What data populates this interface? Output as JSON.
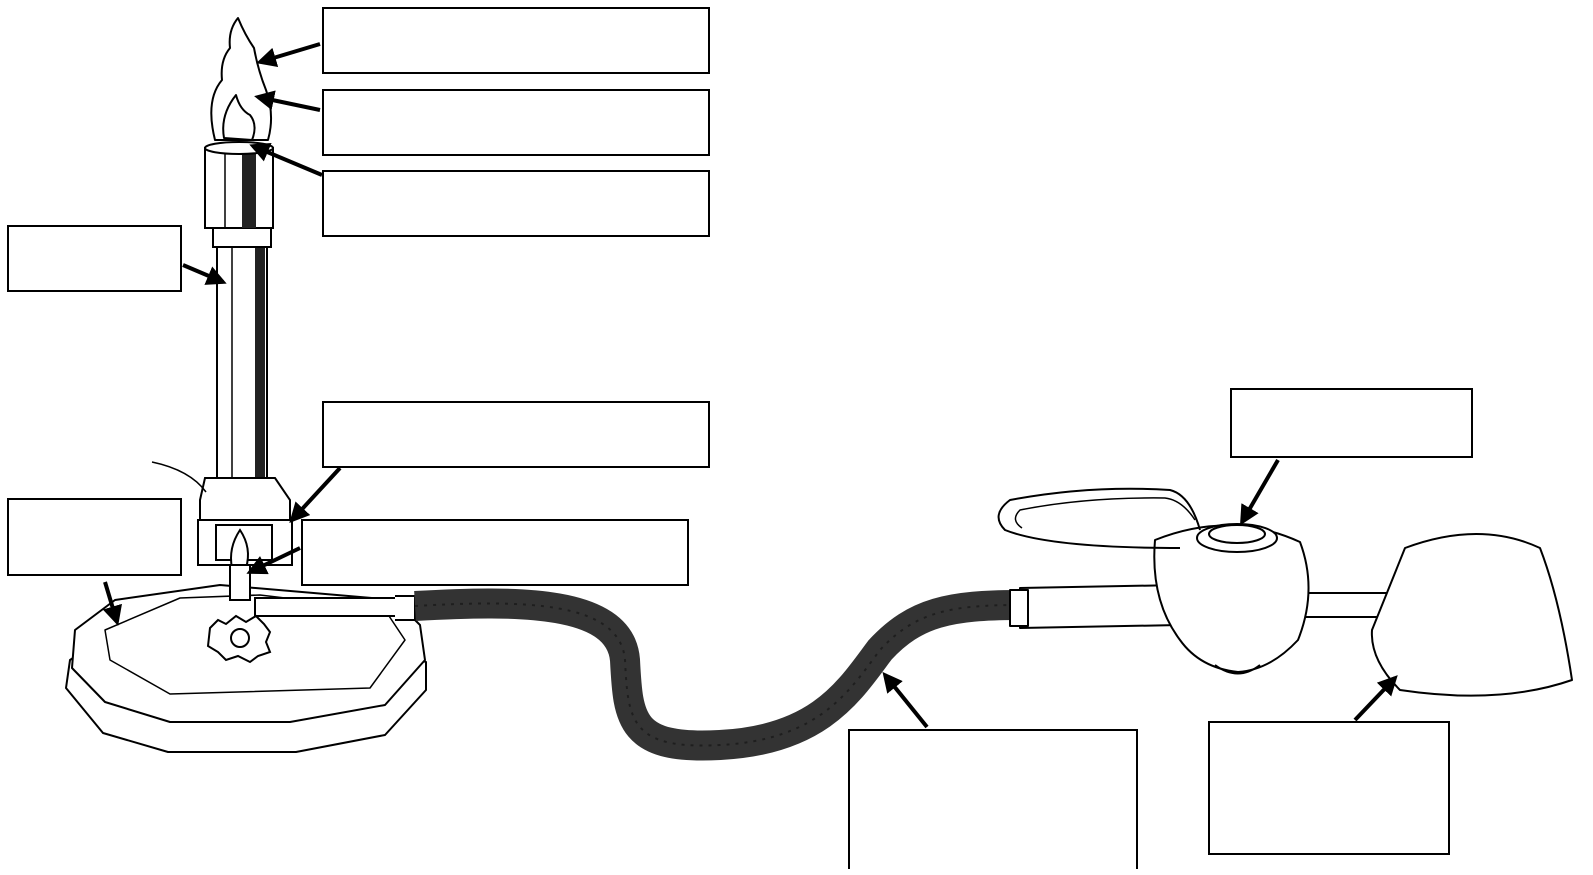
{
  "diagram": {
    "labels": [
      {
        "id": "box-1",
        "text": ""
      },
      {
        "id": "box-2",
        "text": ""
      },
      {
        "id": "box-3",
        "text": ""
      },
      {
        "id": "box-4",
        "text": ""
      },
      {
        "id": "box-5",
        "text": ""
      },
      {
        "id": "box-6",
        "text": ""
      },
      {
        "id": "box-7",
        "text": ""
      },
      {
        "id": "box-8",
        "text": ""
      },
      {
        "id": "box-9",
        "text": ""
      },
      {
        "id": "box-10",
        "text": ""
      }
    ]
  }
}
